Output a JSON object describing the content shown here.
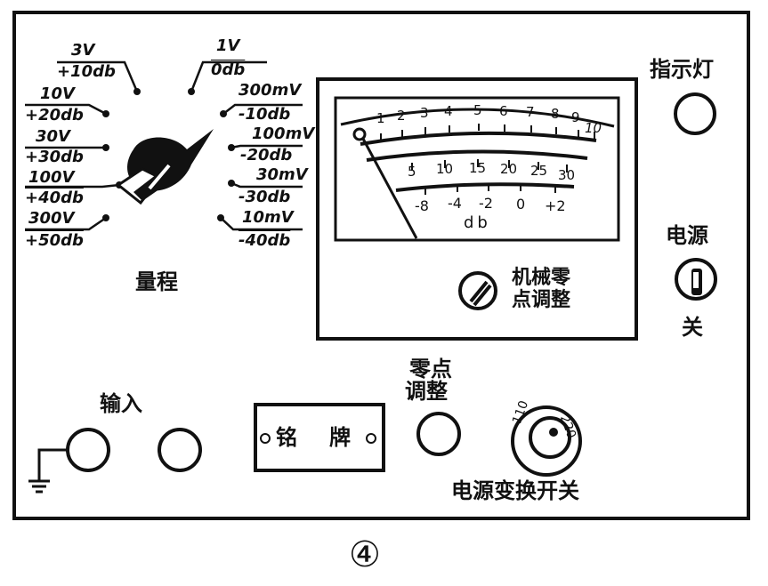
{
  "range_positions": [
    {
      "volt": "3V",
      "db": "+10db"
    },
    {
      "volt": "1V",
      "db": "0db"
    },
    {
      "volt": "10V",
      "db": "+20db"
    },
    {
      "volt": "300mV",
      "db": "-10db"
    },
    {
      "volt": "30V",
      "db": "+30db"
    },
    {
      "volt": "100mV",
      "db": "-20db"
    },
    {
      "volt": "100V",
      "db": "+40db"
    },
    {
      "volt": "30mV",
      "db": "-30db"
    },
    {
      "volt": "300V",
      "db": "+50db"
    },
    {
      "volt": "10mV",
      "db": "-40db"
    }
  ],
  "range_label": "量程",
  "meter": {
    "scale1": [
      "1",
      "2",
      "3",
      "4",
      "5",
      "6",
      "7",
      "8",
      "9",
      "10"
    ],
    "scale2": [
      "5",
      "10",
      "15",
      "20",
      "25",
      "30"
    ],
    "scale3": [
      "-8",
      "-4",
      "-2",
      "0",
      "+2"
    ],
    "db_unit": "db",
    "mech_zero_line1": "机械零",
    "mech_zero_line2": "点调整"
  },
  "indicator_label": "指示灯",
  "power_label": "电源",
  "power_off_label": "关",
  "input_label": "输入",
  "nameplate_a": "铭",
  "nameplate_b": "牌",
  "zero_adjust_line1": "零点",
  "zero_adjust_line2": "调整",
  "voltage_110": "110",
  "voltage_220": "220",
  "voltage_switch_label": "电源变换开关",
  "figure_number": "④"
}
